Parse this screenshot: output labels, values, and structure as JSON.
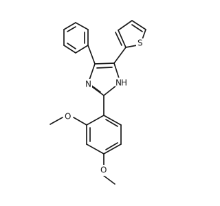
{
  "atom_labels": {
    "n_imine": "N",
    "nh": "H",
    "nh_n": "N",
    "sulfur": "S",
    "o_methoxy_top": "O",
    "o_methoxy_bottom": "O"
  },
  "colors": {
    "bond": "#1a1a1a",
    "background": "#ffffff"
  }
}
